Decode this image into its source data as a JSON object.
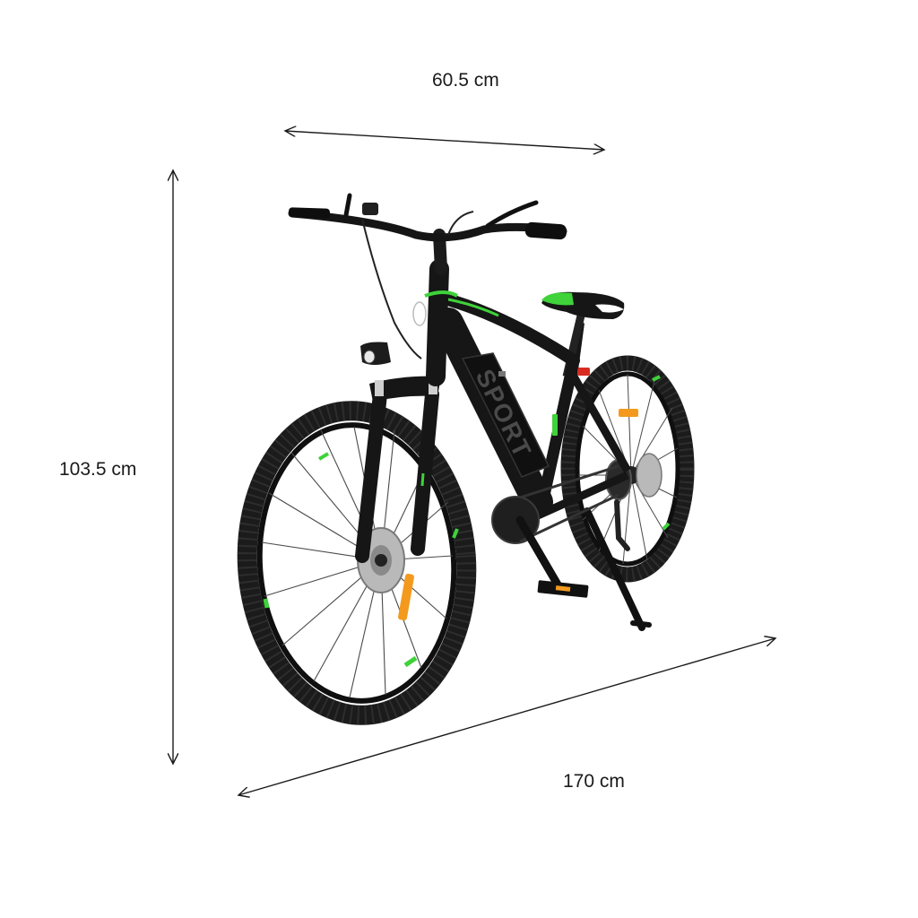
{
  "dimensions": {
    "width": "60.5 cm",
    "height": "103.5 cm",
    "length": "170 cm"
  },
  "bike": {
    "downtube_text": "SPORT",
    "colors": {
      "frame": "#161616",
      "accent": "#3fd23a",
      "tire": "#1b1b1b",
      "rim": "#0f0f0f",
      "disc": "#b9b9b9",
      "reflector": "#f39a1e",
      "rear_light": "#d92c20"
    }
  }
}
